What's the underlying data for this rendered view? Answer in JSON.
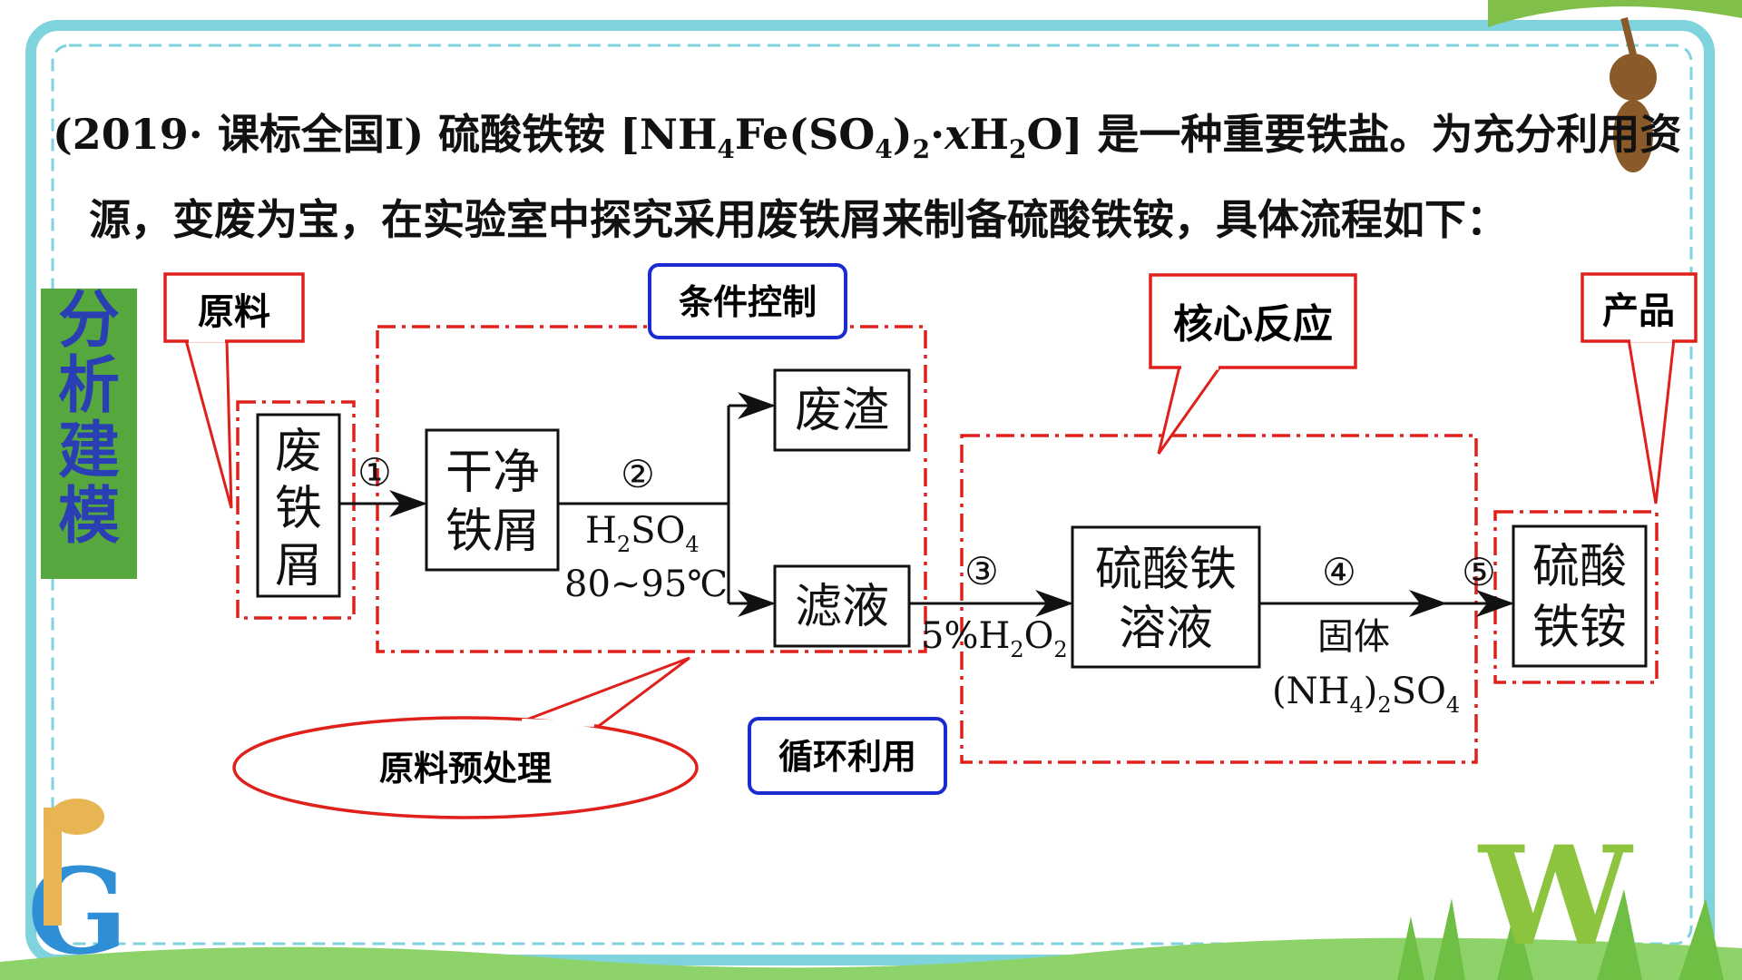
{
  "question": {
    "line1_prefix": "(2019· 课标全国Ⅰ) 硫酸铁铵 [NH",
    "line1_sub1": "4",
    "line1_mid1": "Fe(SO",
    "line1_sub2": "4",
    "line1_mid2": ")",
    "line1_sub3": "2",
    "line1_mid3": "·",
    "line1_x": "x",
    "line1_mid4": "H",
    "line1_sub4": "2",
    "line1_suffix": "O] 是一种重要铁盐。为充分利用资",
    "line2": "源，变废为宝，在实验室中探究采用废铁屑来制备硫酸铁铵，具体流程如下："
  },
  "sidebar": {
    "chars": [
      "分",
      "析",
      "建",
      "模"
    ]
  },
  "callouts": {
    "raw_material": "原料",
    "condition_control": "条件控制",
    "core_reaction": "核心反应",
    "product": "产品",
    "pretreatment": "原料预处理",
    "recycling": "循环利用"
  },
  "boxes": {
    "scrap": [
      "废",
      "铁",
      "屑"
    ],
    "clean": [
      "干净",
      "铁屑"
    ],
    "residue": "废渣",
    "filtrate": "滤液",
    "solution": [
      "硫酸铁",
      "溶液"
    ],
    "product": [
      "硫酸",
      "铁铵"
    ]
  },
  "steps": {
    "s1": "①",
    "s2": "②",
    "s3": "③",
    "s4": "④",
    "s5": "⑤",
    "reagent2_a": "H",
    "reagent2_sub_a": "2",
    "reagent2_b": "SO",
    "reagent2_sub_b": "4",
    "temp": "80~95℃",
    "reagent3_a": "5%H",
    "reagent3_sub_a": "2",
    "reagent3_b": "O",
    "reagent3_sub_b": "2",
    "reagent4_top": "固体",
    "reagent4_a": "(NH",
    "reagent4_sub_a": "4",
    "reagent4_b": ")",
    "reagent4_sub_b": "2",
    "reagent4_c": "SO",
    "reagent4_sub_c": "4"
  },
  "colors": {
    "frame_teal": "#7fd3dc",
    "dash_red": "#e0201b",
    "blue_border": "#1a2ccf",
    "sidebar_green": "#56a83e",
    "sidebar_text": "#2a3fb3"
  }
}
